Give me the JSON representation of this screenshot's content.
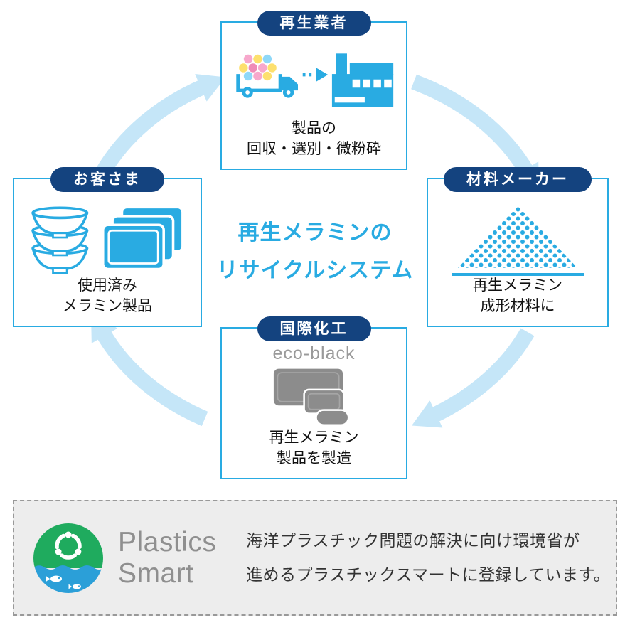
{
  "title": {
    "line1": "再生メラミンの",
    "line2": "リサイクルシステム"
  },
  "nodes": {
    "recycler": {
      "label": "再生業者",
      "caption1": "製品の",
      "caption2": "回収・選別・微粉砕"
    },
    "material": {
      "label": "材料メーカー",
      "caption1": "再生メラミン",
      "caption2": "成形材料に"
    },
    "maker": {
      "label": "国際化工",
      "product": "eco-black",
      "caption1": "再生メラミン",
      "caption2": "製品を製造"
    },
    "customer": {
      "label": "お客さま",
      "caption1": "使用済み",
      "caption2": "メラミン製品"
    }
  },
  "footer": {
    "logo": {
      "line1": "Plastics",
      "line2": "Smart"
    },
    "text1": "海洋プラスチック問題の解決に向け環境省が",
    "text2": "進めるプラスチックスマートに登録しています。"
  },
  "colors": {
    "accent_cyan": "#29abe2",
    "label_navy": "#14437f",
    "arrow_light_blue": "#c5e6f8",
    "product_gray": "#8c8c8c",
    "logo_green": "#1fab5e",
    "logo_blue": "#2b9fd8"
  }
}
